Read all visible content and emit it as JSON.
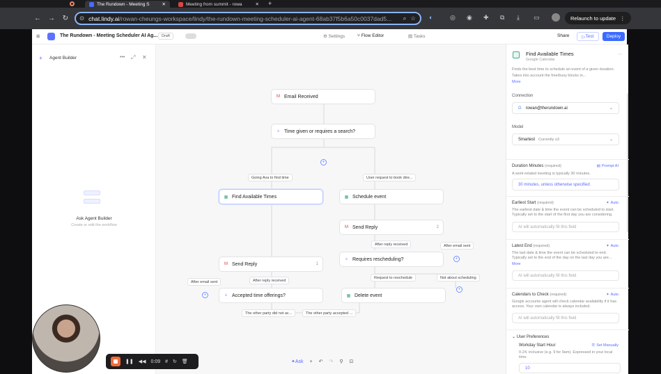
{
  "browser": {
    "tabs": [
      {
        "label": "The Rundown - Meeting S"
      },
      {
        "label": "Meeting from summit - rowa"
      }
    ],
    "url_host": "chat.lindy.ai",
    "url_path": "/rowan-cheungs-workspace/lindy/the-rundown-meeting-scheduler-ai-agent-68ab37f5b6a50c0037dad5...",
    "relaunch_label": "Relaunch to update"
  },
  "app": {
    "title": "The Rundown - Meeting Scheduler AI Ag...",
    "status": "Draft",
    "nav": [
      {
        "label": "Settings"
      },
      {
        "label": "Flow Editor"
      },
      {
        "label": "Tasks"
      }
    ],
    "share_label": "Share",
    "test_label": "Test",
    "deploy_label": "Deploy"
  },
  "agent_builder": {
    "title": "Agent Builder",
    "cta_title": "Ask Agent Builder",
    "cta_subtitle": "Create or edit the workflow"
  },
  "flow": {
    "nodes": [
      {
        "label": "Email Received",
        "icon": "gmail-icon"
      },
      {
        "label": "Time given or requires a search?",
        "icon": "branch-icon"
      },
      {
        "label": "Find Available Times",
        "icon": "calendar-icon"
      },
      {
        "label": "Schedule event",
        "icon": "calendar-icon"
      },
      {
        "label": "Send Reply",
        "icon": "gmail-icon",
        "badge": "2"
      },
      {
        "label": "Requires rescheduling?",
        "icon": "branch-icon"
      },
      {
        "label": "Send Reply",
        "icon": "gmail-icon",
        "badge": "1"
      },
      {
        "label": "Accepted time offerings?",
        "icon": "branch-icon"
      },
      {
        "label": "Delete event",
        "icon": "calendar-icon"
      }
    ],
    "chips": [
      {
        "label": "Going Ava to find time"
      },
      {
        "label": "User request to book dire..."
      },
      {
        "label": "After reply received"
      },
      {
        "label": "After email sent"
      },
      {
        "label": "After email sent"
      },
      {
        "label": "After reply received"
      },
      {
        "label": "Request to reschedule"
      },
      {
        "label": "Not about scheduling"
      },
      {
        "label": "The other party did not ac..."
      },
      {
        "label": "The other party accepted ..."
      }
    ]
  },
  "panel": {
    "title": "Find Available Times",
    "subtitle": "Google Calendar",
    "description": "Finds the best time to schedule an event of a given duration. Takes into account the free/busy blocks in...",
    "more_label": "More",
    "connection_label": "Connection",
    "connection_value": "rowan@therundown.ai",
    "model_label": "Model",
    "model_value": "Smartest",
    "model_hint": "Currently o3",
    "fields": [
      {
        "label": "Duration Minutes",
        "req": "(required)",
        "mode": "Prompt AI",
        "desc": "A work-related meeting is typically 30 minutes.",
        "value": "30 minutes, unless otherwise specified"
      },
      {
        "label": "Earliest Start",
        "req": "(required)",
        "mode": "Auto",
        "desc": "The earliest date & time the event can be scheduled to start. Typically set to the start of the first day you are considering.",
        "value": "AI will automatically fill this field"
      },
      {
        "label": "Latest End",
        "req": "(required)",
        "mode": "Auto",
        "desc": "The last date & time the event can be scheduled to end. Typically set to the end of the day on the last day you are...",
        "more": "More",
        "value": "AI will automatically fill this field"
      },
      {
        "label": "Calendars to Check",
        "req": "(required)",
        "mode": "Auto",
        "desc": "Google accounts agent will check calendar availability if it has access. Your own calendar is always included.",
        "value": "AI will automatically fill this field"
      }
    ],
    "prefs_label": "User Preferences",
    "workday_label": "Workday Start Hour",
    "workday_mode": "Set Manually",
    "workday_desc": "0-24, inclusive (e.g. 9 for 9am). Expressed in your local time.",
    "workday_value": "10"
  },
  "recorder": {
    "time": "0:09"
  },
  "canvas_toolbar": {
    "ask_label": "Ask"
  }
}
